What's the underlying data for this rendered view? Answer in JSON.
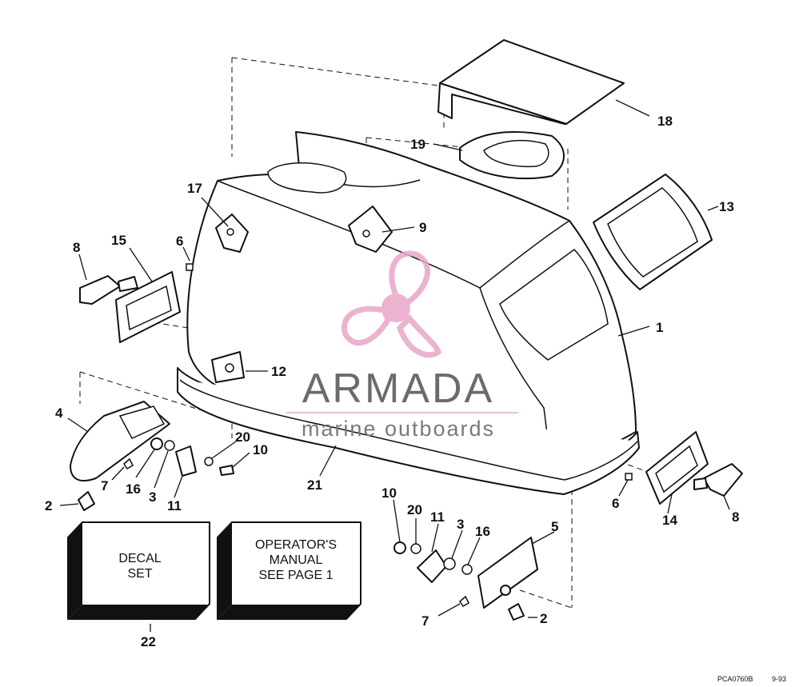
{
  "callouts": {
    "c1": "1",
    "c2a": "2",
    "c2b": "2",
    "c3a": "3",
    "c3b": "3",
    "c4": "4",
    "c5": "5",
    "c6a": "6",
    "c6b": "6",
    "c7a": "7",
    "c7b": "7",
    "c8a": "8",
    "c8b": "8",
    "c9": "9",
    "c10a": "10",
    "c10b": "10",
    "c11a": "11",
    "c11b": "11",
    "c12": "12",
    "c13": "13",
    "c14": "14",
    "c15": "15",
    "c16a": "16",
    "c16b": "16",
    "c17": "17",
    "c18": "18",
    "c19": "19",
    "c20a": "20",
    "c20b": "20",
    "c21": "21",
    "c22": "22"
  },
  "boxes": {
    "decal_line1": "DECAL",
    "decal_line2": "SET",
    "manual_line1": "OPERATOR'S",
    "manual_line2": "MANUAL",
    "manual_line3": "SEE PAGE 1"
  },
  "watermark": {
    "brand": "ARMADA",
    "tagline": "marine outboards",
    "logo": "propeller-logo",
    "color": "#e8a6c8"
  },
  "reference": {
    "code": "PCA0760B",
    "date": "9-93"
  }
}
